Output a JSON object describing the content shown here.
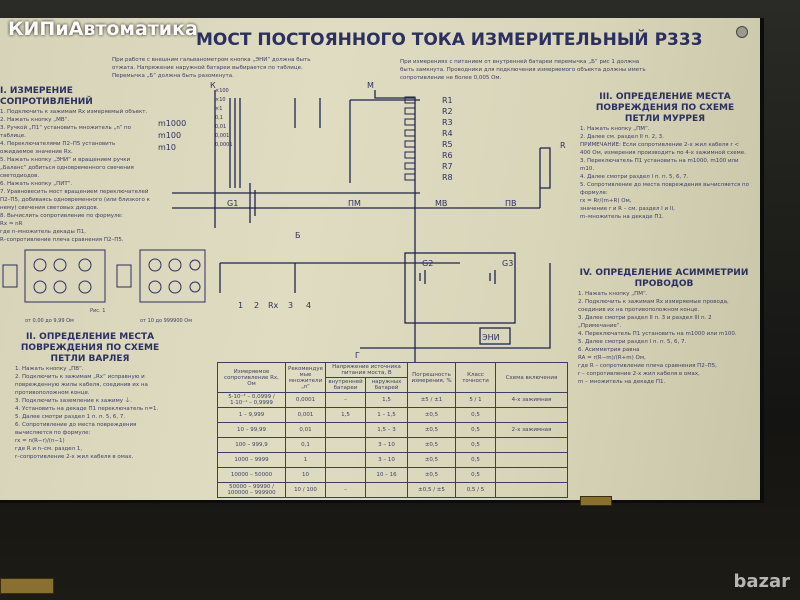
{
  "watermark": "КИПиАвтоматика",
  "corner_logo": "bazar",
  "title": "МОСТ ПОСТОЯННОГО ТОКА ИЗМЕРИТЕЛЬНЫЙ Р333",
  "note_left": "При работе с внешним гальванометром кнопка „ЭНИ“ должна быть отжата. Напряжение наружной батареи выбирается по таблице. Перемычка „Б“ должна быть разомкнута.",
  "note_right": "При измерениях с питанием от внутренней батареи перемычка „Б“ рис 1 должна быть замкнута. Проводники для подключения измеряемого объекта должны иметь сопротивление не более 0,005 Ом.",
  "section1": {
    "heading": "I. ИЗМЕРЕНИЕ СОПРОТИВЛЕНИЙ",
    "lines": [
      "1. Подключить к зажимам Rx измеряемый объект.",
      "2. Нажать кнопку „МВ“.",
      "3. Ручкой „П1“ установить множитель „n“ по таблице.",
      "4. Переключателями П2–П5 установить ожидаемое значение Rx.",
      "5. Нажать кнопку „ЭНИ“ и вращением ручки „Баланс“ добиться одновременного свечения светодиодов.",
      "6. Нажать кнопку „ПИТ“.",
      "7. Уравновесить мост вращением переключателей П2–П5, добиваясь одновременного (или близкого к нему) свечения световых диодов.",
      "8. Вычислить сопротивление по формуле:",
      "Rx = nR",
      "где n–множитель декады П1,",
      "R–сопротивление плеча сравнения П2–П5."
    ]
  },
  "section2": {
    "heading": "II. ОПРЕДЕЛЕНИЕ МЕСТА ПОВРЕЖДЕНИЯ ПО СХЕМЕ ПЕТЛИ ВАРЛЕЯ",
    "lines": [
      "1. Нажать кнопку „ПВ“.",
      "2. Подключить к зажимам „Rx“ исправную и поврежденную жилы кабеля, соединив их на противоположном конце.",
      "3. Подключить заземление к зажиму ⏚.",
      "4. Установить на декаде П1 переключатель n=1.",
      "5. Далее смотри раздел 1 п. п. 5, 6, 7.",
      "6. Сопротивление до места повреждения вычисляется по формуле:",
      "rx = n(R−r)/(n−1)",
      "где R и n–см. раздел 1,",
      "r–сопротивление 2-х жил кабеля в омах."
    ]
  },
  "section3": {
    "heading": "III. ОПРЕДЕЛЕНИЕ МЕСТА ПОВРЕЖДЕНИЯ ПО СХЕМЕ ПЕТЛИ МУРРЕЯ",
    "lines": [
      "1. Нажать кнопку „ПМ“.",
      "2. Далее см. раздел II п. 2, 3.",
      "ПРИМЕЧАНИЕ: Если сопротивление 2-х жил кабеля r < 400 Ом, измерения производить по 4-х зажимной схеме.",
      "3. Переключатель П1 установить на m1000, m100 или m10.",
      "4. Далее смотри раздел I п. п. 5, 6, 7.",
      "5. Сопротивление до места повреждения вычисляется по формуле:",
      "rx = Rr/(m+R) Ом,",
      "значение r и R – см. раздел I и II,",
      "m–множитель на декаде П1."
    ]
  },
  "section4": {
    "heading": "IV. ОПРЕДЕЛЕНИЕ АСИММЕТРИИ ПРОВОДОВ",
    "lines": [
      "1. Нажать кнопку „ПМ“.",
      "2. Подключить к зажимам Rx измеряемые провода, соединив их на противоположном конце.",
      "3. Далее смотри раздел II п. 3 и раздел III п. 2 „Примечание“.",
      "4. Переключатель П1 установить на m1000 или m100.",
      "5. Далее смотри раздел I п. п. 5, 6, 7.",
      "6. Асимметрия равна",
      "RA = r(R−m)/(R+m) Ом,",
      "где R – сопротивление плеча сравнения П2–П5,",
      "r – сопротивление 2-х жил кабеля в омах,",
      "m – множитель на декаде П1."
    ]
  },
  "diagram": {
    "resistors": [
      "R1",
      "R2",
      "R3",
      "R4",
      "R5",
      "R6",
      "R7",
      "R8"
    ],
    "terminals": [
      "К",
      "М",
      "Г",
      "1",
      "2",
      "Rx",
      "3",
      "4"
    ],
    "labels": [
      "G1",
      "G2",
      "G3",
      "ПМ",
      "МВ",
      "ПВ",
      "Б",
      "ЭНИ",
      "R"
    ],
    "multipliers": [
      "×100",
      "×10",
      "×1",
      "0,1",
      "0,01",
      "0,001",
      "0,0001"
    ],
    "m_labels": [
      "m1000",
      "m100",
      "m10"
    ],
    "fig_left": "Рис. 1",
    "range_left": "от 0,00 до 9,99 Ом",
    "range_right": "от 10 до 999900 Ом"
  },
  "table": {
    "headers": [
      "Измеряемое сопротивление Rx, Ом",
      "Рекомендуемые множители „n“",
      "Напряжение источника питания моста, В",
      "",
      "Погрешность измерения, %",
      "Класс точности",
      "Схема включения"
    ],
    "subheaders": [
      "внутренней батареи",
      "наружных батарей"
    ],
    "rows": [
      [
        "5·10⁻³ – 0,0999 / 1·10⁻¹ – 0,9999",
        "0,0001",
        "–",
        "1,5",
        "±5 / ±1",
        "5 / 1",
        "4-х зажимная"
      ],
      [
        "1 – 9,999",
        "0,001",
        "1,5",
        "1 – 1,5",
        "±0,5",
        "0,5",
        ""
      ],
      [
        "10 – 99,99",
        "0,01",
        "",
        "1,5 – 3",
        "±0,5",
        "0,5",
        "2-х зажимная"
      ],
      [
        "100 – 999,9",
        "0,1",
        "",
        "3 – 10",
        "±0,5",
        "0,5",
        ""
      ],
      [
        "1000 – 9999",
        "1",
        "",
        "3 – 10",
        "±0,5",
        "0,5",
        ""
      ],
      [
        "10000 – 50000",
        "10",
        "",
        "10 – 16",
        "±0,5",
        "0,5",
        ""
      ],
      [
        "50000 – 99990 / 100000 – 999900",
        "10 / 100",
        "–",
        "",
        "±0,5 / ±5",
        "0,5 / 5",
        ""
      ]
    ]
  }
}
